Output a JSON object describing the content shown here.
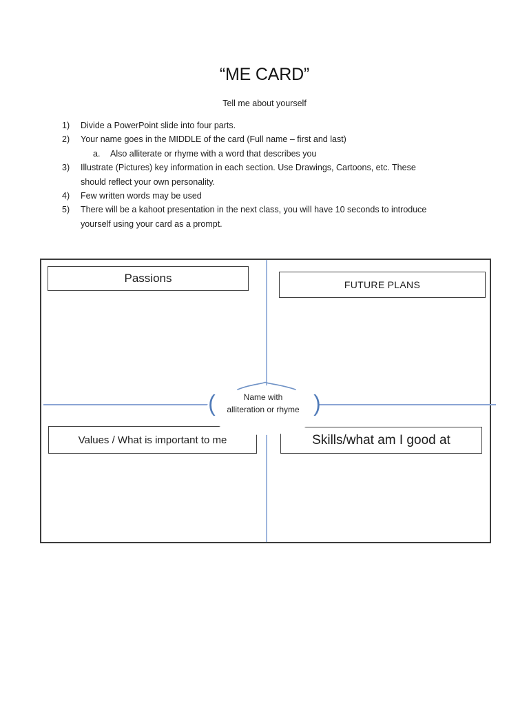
{
  "page": {
    "title": "“ME CARD”",
    "subtitle": "Tell me about yourself"
  },
  "instructions": {
    "items": [
      {
        "num": "1)",
        "lines": [
          "Divide a PowerPoint slide into four parts."
        ]
      },
      {
        "num": "2)",
        "lines": [
          "Your name goes in the MIDDLE of the card (Full name – first and last)"
        ]
      },
      {
        "num": "a.",
        "lines": [
          "Also alliterate or rhyme with a word that describes you"
        ]
      },
      {
        "num": "3)",
        "lines": [
          "Illustrate (Pictures) key information in each section. Use Drawings, Cartoons, etc. These",
          "should reflect your own personality."
        ]
      },
      {
        "num": "4)",
        "lines": [
          "Few written words may be used"
        ]
      },
      {
        "num": "5)",
        "lines": [
          "There will be a kahoot presentation in the next class, you will have 10 seconds to introduce",
          "yourself using your card as a prompt."
        ]
      }
    ]
  },
  "diagram": {
    "quadrants": {
      "top_left": "Passions",
      "top_right": "FUTURE PLANS",
      "bottom_left": "Values / What is important to me",
      "bottom_right": "Skills/what am I good at"
    },
    "center": {
      "line1": "Name with",
      "line2": "alliteration or rhyme"
    },
    "decorations": {
      "left_paren": "(",
      "right_paren": ")"
    },
    "colors": {
      "divider_blue": "#8aa4d4",
      "brace_blue": "#4f7ab8",
      "box_border": "#3f3f3f",
      "outer_border": "#3c3c3c"
    }
  }
}
